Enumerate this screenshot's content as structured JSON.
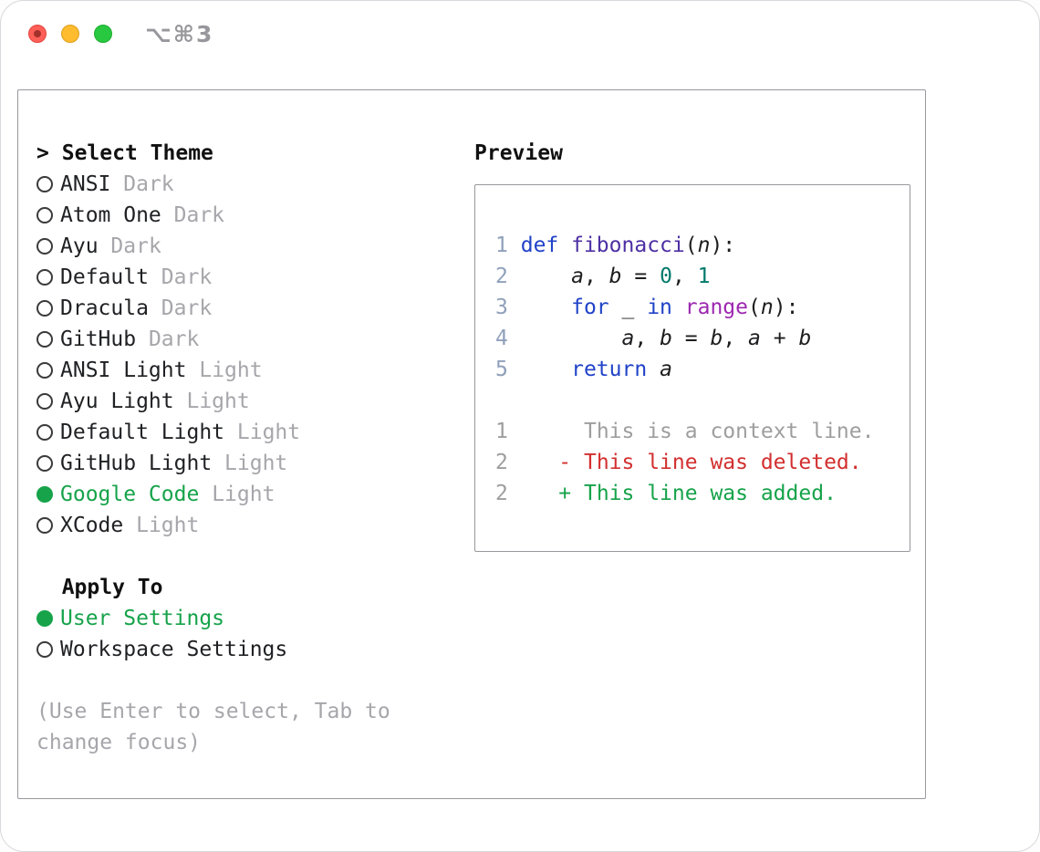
{
  "titlebar": {
    "shortcut_label": "⌥⌘3"
  },
  "selector": {
    "prompt": ">",
    "title": "Select Theme",
    "items": [
      {
        "name": "ANSI",
        "variant": "Dark",
        "selected": false
      },
      {
        "name": "Atom One",
        "variant": "Dark",
        "selected": false
      },
      {
        "name": "Ayu",
        "variant": "Dark",
        "selected": false
      },
      {
        "name": "Default",
        "variant": "Dark",
        "selected": false
      },
      {
        "name": "Dracula",
        "variant": "Dark",
        "selected": false
      },
      {
        "name": "GitHub",
        "variant": "Dark",
        "selected": false
      },
      {
        "name": "ANSI Light",
        "variant": "Light",
        "selected": false
      },
      {
        "name": "Ayu Light",
        "variant": "Light",
        "selected": false
      },
      {
        "name": "Default Light",
        "variant": "Light",
        "selected": false
      },
      {
        "name": "GitHub Light",
        "variant": "Light",
        "selected": false
      },
      {
        "name": "Google Code",
        "variant": "Light",
        "selected": true
      },
      {
        "name": "XCode",
        "variant": "Light",
        "selected": false
      }
    ]
  },
  "apply_to": {
    "title": "Apply To",
    "options": [
      {
        "label": "User Settings",
        "selected": true
      },
      {
        "label": "Workspace Settings",
        "selected": false
      }
    ]
  },
  "hint": "(Use Enter to select, Tab to change focus)",
  "preview": {
    "title": "Preview",
    "code_lines": [
      {
        "num": "1",
        "tokens": [
          [
            "def ",
            "kw"
          ],
          [
            "fibonacci",
            "fn"
          ],
          [
            "(",
            "plain"
          ],
          [
            "n",
            "var"
          ],
          [
            "):",
            "plain"
          ]
        ]
      },
      {
        "num": "2",
        "tokens": [
          [
            "    ",
            "plain"
          ],
          [
            "a",
            "var"
          ],
          [
            ", ",
            "plain"
          ],
          [
            "b",
            "var"
          ],
          [
            " = ",
            "plain"
          ],
          [
            "0",
            "num"
          ],
          [
            ", ",
            "plain"
          ],
          [
            "1",
            "num"
          ]
        ]
      },
      {
        "num": "3",
        "tokens": [
          [
            "    ",
            "plain"
          ],
          [
            "for",
            "kw"
          ],
          [
            " _ ",
            "plain"
          ],
          [
            "in",
            "kw"
          ],
          [
            " ",
            "plain"
          ],
          [
            "range",
            "fn2"
          ],
          [
            "(",
            "plain"
          ],
          [
            "n",
            "var"
          ],
          [
            "):",
            "plain"
          ]
        ]
      },
      {
        "num": "4",
        "tokens": [
          [
            "        ",
            "plain"
          ],
          [
            "a",
            "var"
          ],
          [
            ", ",
            "plain"
          ],
          [
            "b",
            "var"
          ],
          [
            " = ",
            "plain"
          ],
          [
            "b",
            "var"
          ],
          [
            ", ",
            "plain"
          ],
          [
            "a",
            "var"
          ],
          [
            " + ",
            "plain"
          ],
          [
            "b",
            "var"
          ]
        ]
      },
      {
        "num": "5",
        "tokens": [
          [
            "    ",
            "plain"
          ],
          [
            "return",
            "kw"
          ],
          [
            " ",
            "plain"
          ],
          [
            "a",
            "var"
          ]
        ]
      }
    ],
    "diff_lines": [
      {
        "num": "1",
        "marker": " ",
        "text": "This is a context line.",
        "type": "context"
      },
      {
        "num": "2",
        "marker": "-",
        "text": "This line was deleted.",
        "type": "deleted"
      },
      {
        "num": "2",
        "marker": "+",
        "text": "This line was added.",
        "type": "added"
      }
    ]
  },
  "colors": {
    "accent_green": "#16a34a",
    "deleted_red": "#d32f2f",
    "muted_gray": "#a6a6ab",
    "keyword_blue": "#2042c8",
    "function_purple": "#4d2fa3",
    "call_magenta": "#9c27b0",
    "number_teal": "#00796b",
    "line_number_code": "#8fa0ba",
    "line_number_diff": "#9e9e9e",
    "traffic_red": "#ff5f57",
    "traffic_yellow": "#febc2e",
    "traffic_green": "#28c840"
  }
}
